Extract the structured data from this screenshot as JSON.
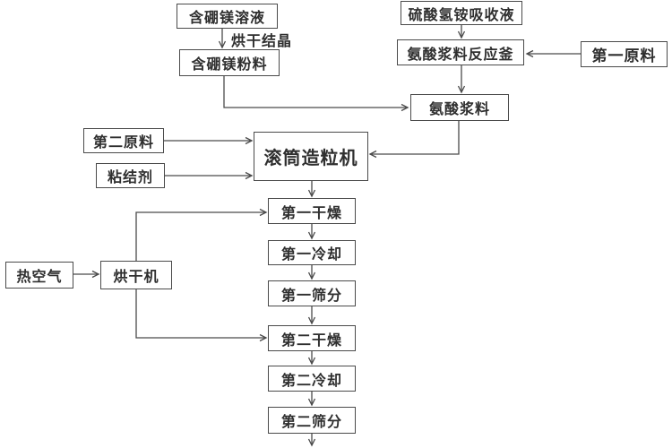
{
  "diagram": {
    "background_color": "#ffffff",
    "box_border_color": "#4a4a4a",
    "text_color": "#2f2f2f",
    "line_color": "#4a4a4a",
    "nodes": [
      {
        "id": "boron-magnesium-solution",
        "label": "含硼镁溶液"
      },
      {
        "id": "boron-magnesium-powder",
        "label": "含硼镁粉料"
      },
      {
        "id": "ammonium-bisulfate-absorption-liquid",
        "label": "硫酸氢铵吸收液"
      },
      {
        "id": "ammonia-acid-slurry-reactor",
        "label": "氨酸浆料反应釜"
      },
      {
        "id": "first-raw-material",
        "label": "第一原料"
      },
      {
        "id": "ammonia-acid-slurry",
        "label": "氨酸浆料"
      },
      {
        "id": "second-raw-material",
        "label": "第二原料"
      },
      {
        "id": "binder",
        "label": "粘结剂"
      },
      {
        "id": "drum-granulator",
        "label": "滚筒造粒机"
      },
      {
        "id": "first-drying",
        "label": "第一干燥"
      },
      {
        "id": "first-cooling",
        "label": "第一冷却"
      },
      {
        "id": "first-screening",
        "label": "第一筛分"
      },
      {
        "id": "hot-air",
        "label": "热空气"
      },
      {
        "id": "drying-machine",
        "label": "烘干机"
      },
      {
        "id": "second-drying",
        "label": "第二干燥"
      },
      {
        "id": "second-cooling",
        "label": "第二冷却"
      },
      {
        "id": "second-screening",
        "label": "第二筛分"
      }
    ],
    "edge_labels": [
      {
        "id": "drying-crystallization",
        "label": "烘干结晶"
      }
    ]
  }
}
